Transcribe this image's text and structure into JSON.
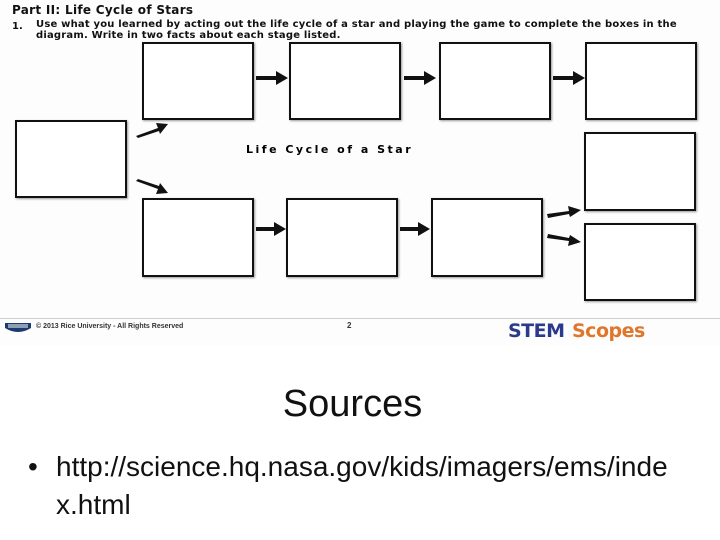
{
  "worksheet": {
    "part_title": "Part II: Life Cycle of Stars",
    "instruction_number": "1.",
    "instruction": "Use what you learned by acting out the life cycle of a star and playing the game to complete the boxes in the diagram. Write in two facts about each stage listed.",
    "center_title": "Life Cycle of a Star",
    "footer_copyright": "© 2013 Rice University - All Rights Reserved",
    "footer_page": "2",
    "footer_logo_text": "STEMScopes",
    "colors": {
      "logo_primary": "#2b3a8c",
      "logo_accent": "#e0762a",
      "rice_logo": "#1d3b6e"
    }
  },
  "sources": {
    "title": "Sources",
    "bullet": "•",
    "items": [
      "http://science.hq.nasa.gov/kids/imagers/ems/index.html"
    ]
  }
}
